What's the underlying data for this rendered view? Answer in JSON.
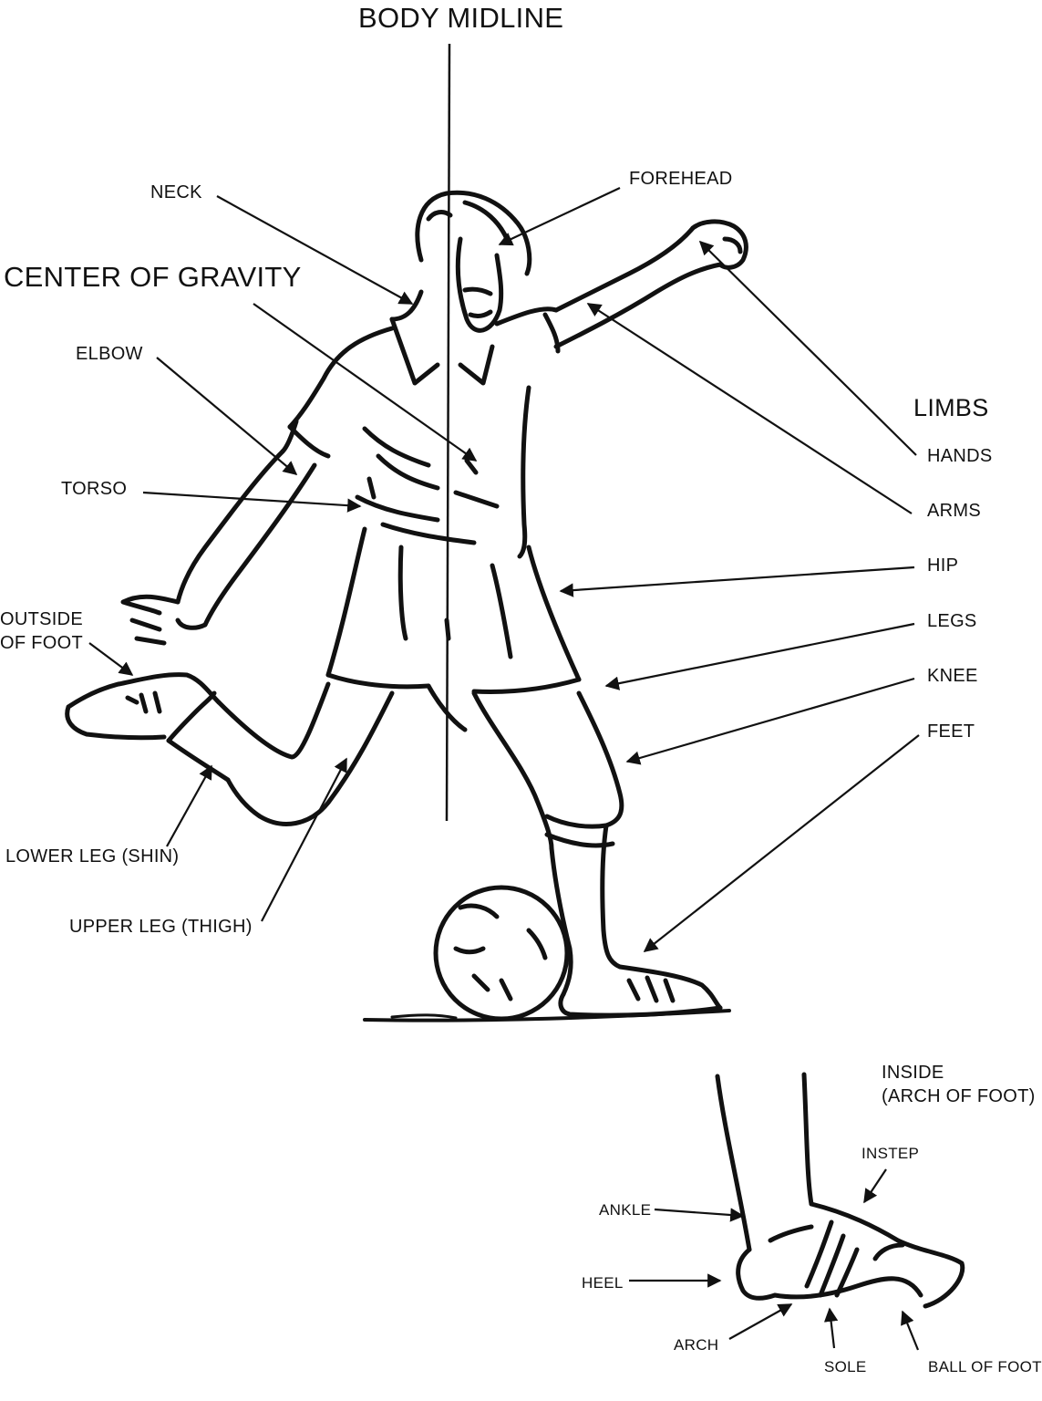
{
  "labels": {
    "body_midline": "BODY MIDLINE",
    "neck": "NECK",
    "forehead": "FOREHEAD",
    "center_of_gravity": "CENTER OF GRAVITY",
    "elbow": "ELBOW",
    "torso": "TORSO",
    "limbs": "LIMBS",
    "hands": "HANDS",
    "arms": "ARMS",
    "hip": "HIP",
    "legs": "LEGS",
    "knee": "KNEE",
    "feet": "FEET",
    "outside_of_foot": "OUTSIDE\nOF FOOT",
    "lower_leg": "LOWER LEG (SHIN)",
    "upper_leg": "UPPER LEG (THIGH)"
  },
  "foot_detail": {
    "inside": "INSIDE\n(ARCH OF FOOT)",
    "instep": "INSTEP",
    "ankle": "ANKLE",
    "heel": "HEEL",
    "arch": "ARCH",
    "sole": "SOLE",
    "ball_of_foot": "BALL OF FOOT"
  }
}
